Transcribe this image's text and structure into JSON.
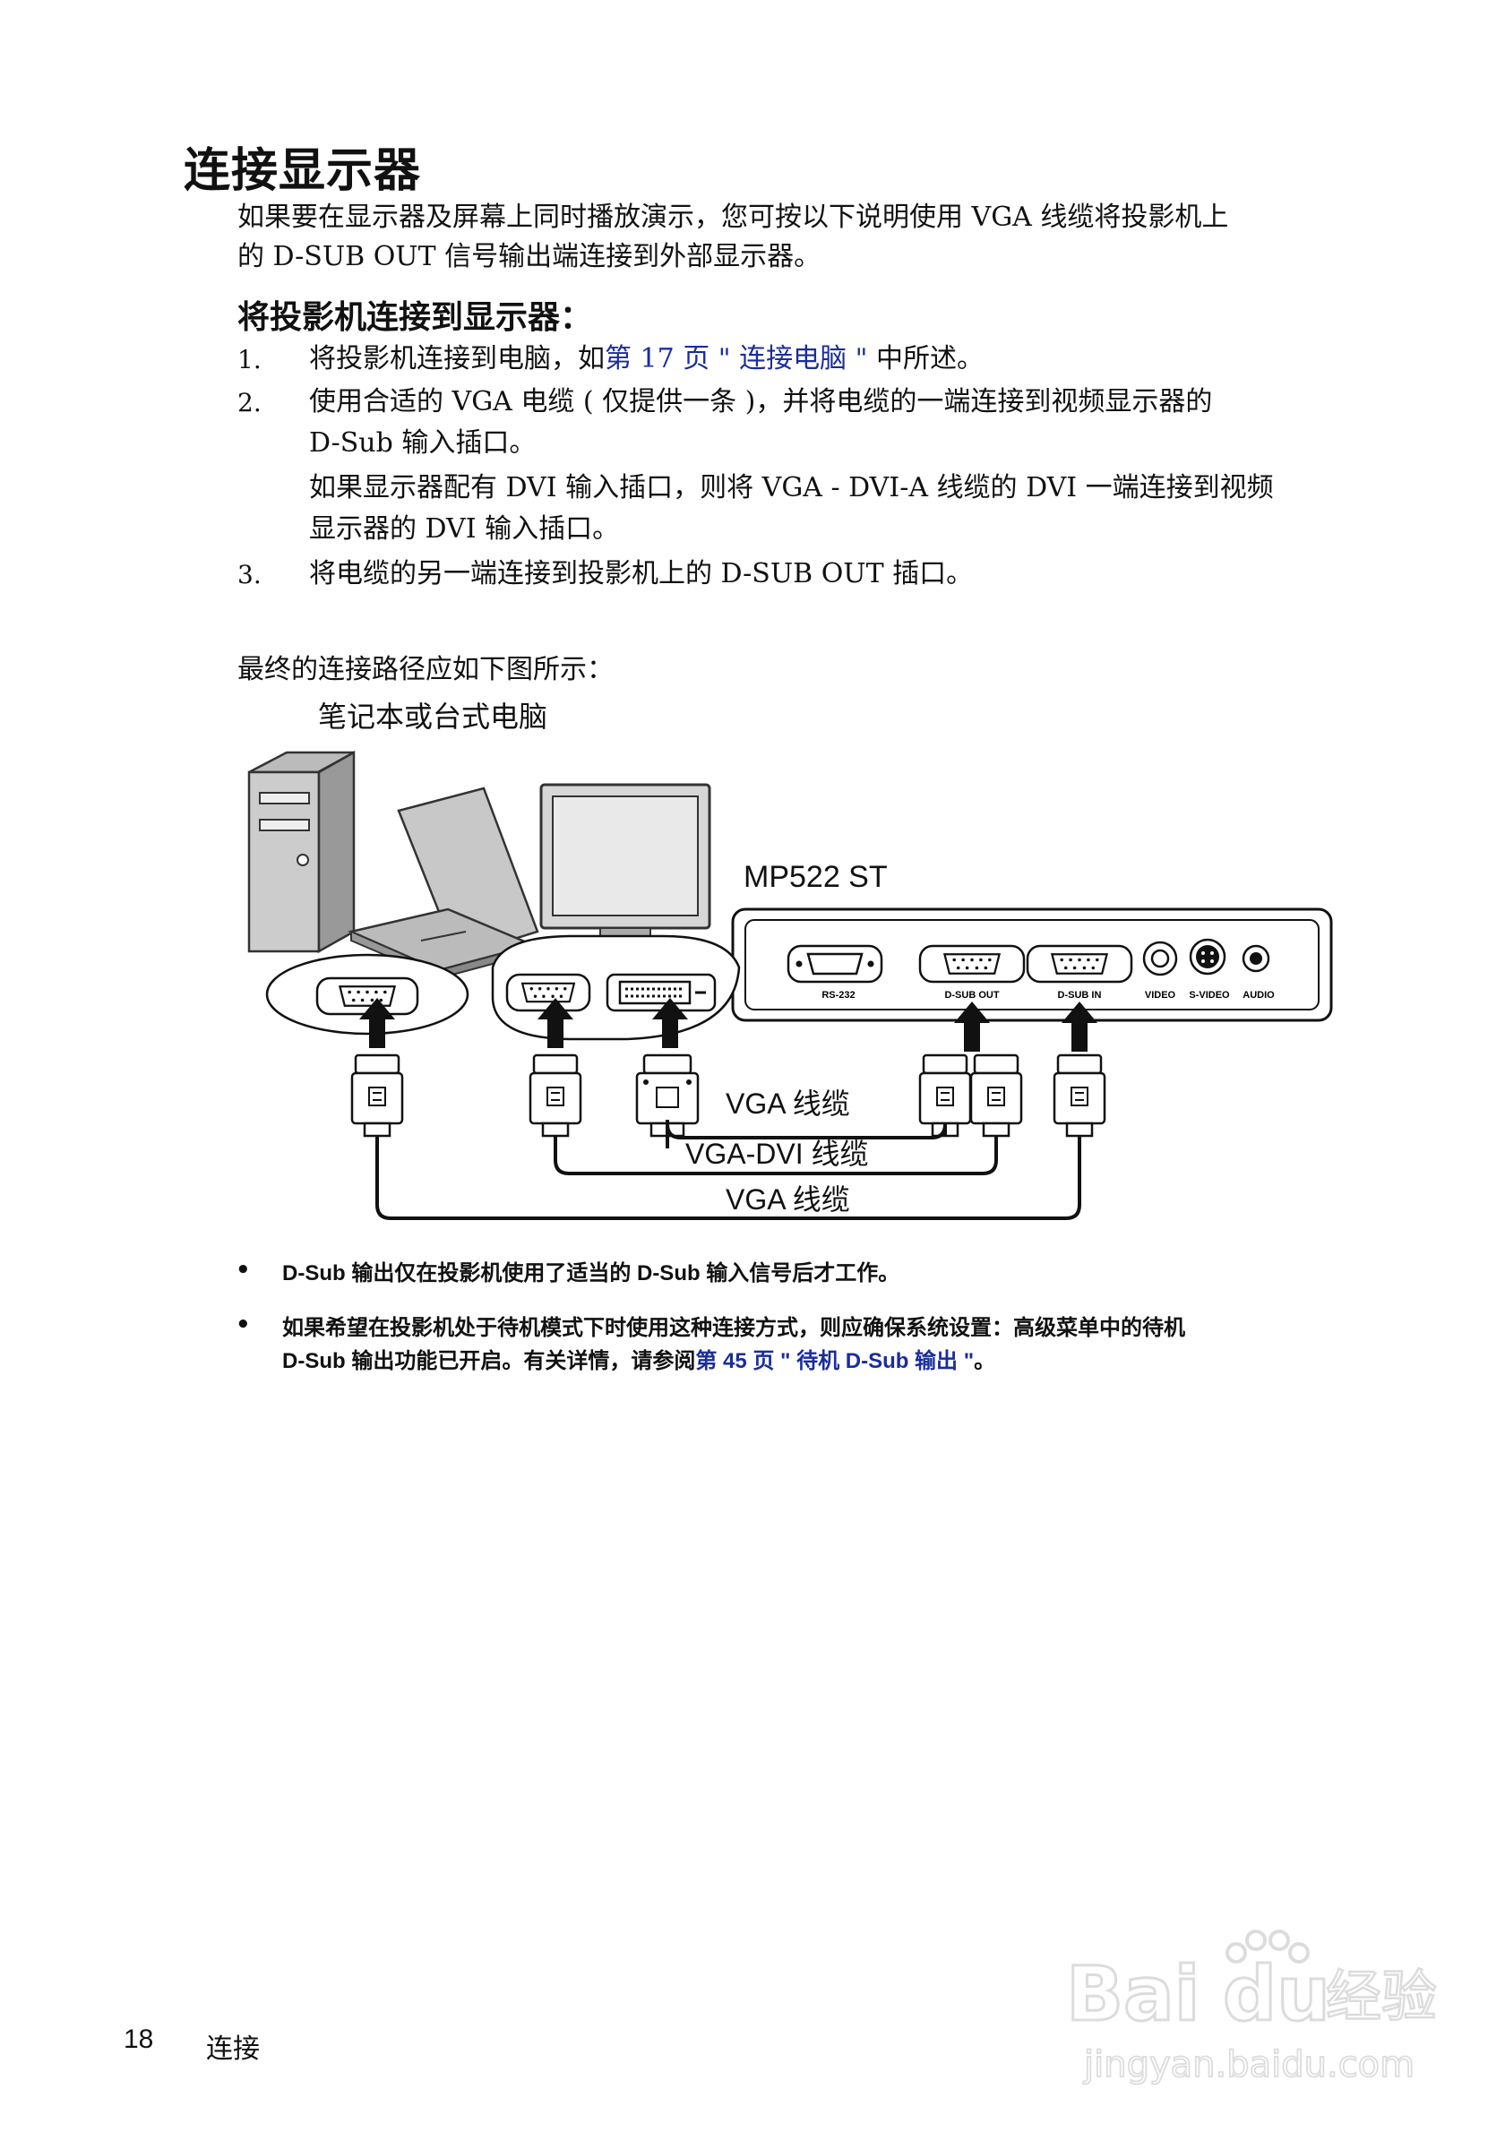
{
  "title": "连接显示器",
  "intro": {
    "line1": "如果要在显示器及屏幕上同时播放演示，您可按以下说明使用 VGA 线缆将投影机上",
    "line2": "的 D-SUB OUT 信号输出端连接到外部显示器。"
  },
  "subheading": "将投影机连接到显示器：",
  "steps": [
    {
      "num": "1.",
      "before": "将投影机连接到电脑，如",
      "link": "第 17 页 \" 连接电脑 \"",
      "after": " 中所述。"
    },
    {
      "num": "2.",
      "line1": "使用合适的 VGA 电缆 ( 仅提供一条 )，并将电缆的一端连接到视频显示器的",
      "line2": "D-Sub 输入插口。",
      "sub1": "如果显示器配有 DVI 输入插口，则将 VGA - DVI-A 线缆的 DVI 一端连接到视频",
      "sub2": "显示器的 DVI 输入插口。"
    },
    {
      "num": "3.",
      "text": "将电缆的另一端连接到投影机上的 D-SUB OUT 插口。"
    }
  ],
  "result_text": "最终的连接路径应如下图所示：",
  "diagram": {
    "computer_label": "笔记本或台式电脑",
    "projector_label": "MP522 ST",
    "ports": {
      "rs232": "RS-232",
      "dsub_out": "D-SUB OUT",
      "dsub_in": "D-SUB IN",
      "video": "VIDEO",
      "svideo": "S-VIDEO",
      "audio": "AUDIO"
    },
    "cable1": "VGA 线缆",
    "cable2": "VGA-DVI 线缆",
    "cable3": "VGA 线缆"
  },
  "notes": [
    {
      "text": "D-Sub 输出仅在投影机使用了适当的 D-Sub 输入信号后才工作。"
    },
    {
      "line1": "如果希望在投影机处于待机模式下时使用这种连接方式，则应确保系统设置：高级菜单中的待机",
      "line2_before": "D-Sub 输出功能已开启。有关详情，请参阅",
      "link": "第 45 页 \" 待机 D-Sub 输出 \"",
      "after": "。"
    }
  ],
  "footer": {
    "page": "18",
    "section": "连接"
  },
  "watermark": {
    "brand": "Bai",
    "brand2": "du",
    "product": "经验",
    "url": "jingyan.baidu.com"
  }
}
